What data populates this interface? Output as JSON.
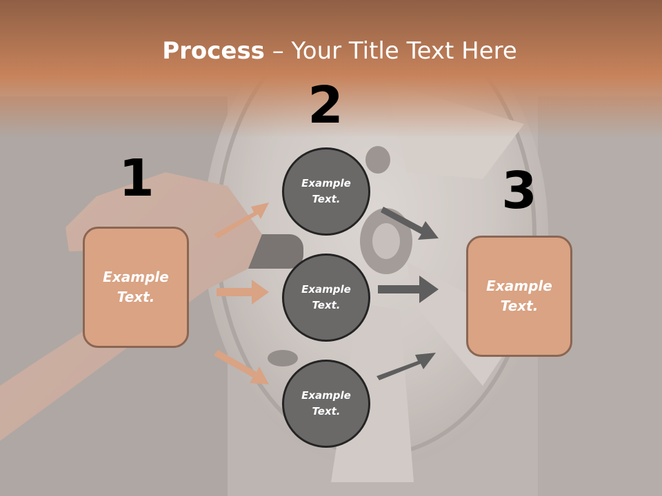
{
  "slide": {
    "title_bold": "Process",
    "title_rest": " – Your Title Text Here"
  },
  "stages": {
    "one": {
      "number": "1",
      "text": "Example Text."
    },
    "two": {
      "number": "2",
      "items": [
        "Example Text.",
        "Example Text.",
        "Example Text."
      ]
    },
    "three": {
      "number": "3",
      "text": "Example Text."
    }
  },
  "colors": {
    "header_band": "#c98860",
    "box_fill": "#d9a384",
    "box_border": "#8a6653",
    "circle_fill": "#6b6968",
    "circle_border": "#242424",
    "arrow_left": "#d9a384",
    "arrow_right": "#5e5e5e"
  }
}
